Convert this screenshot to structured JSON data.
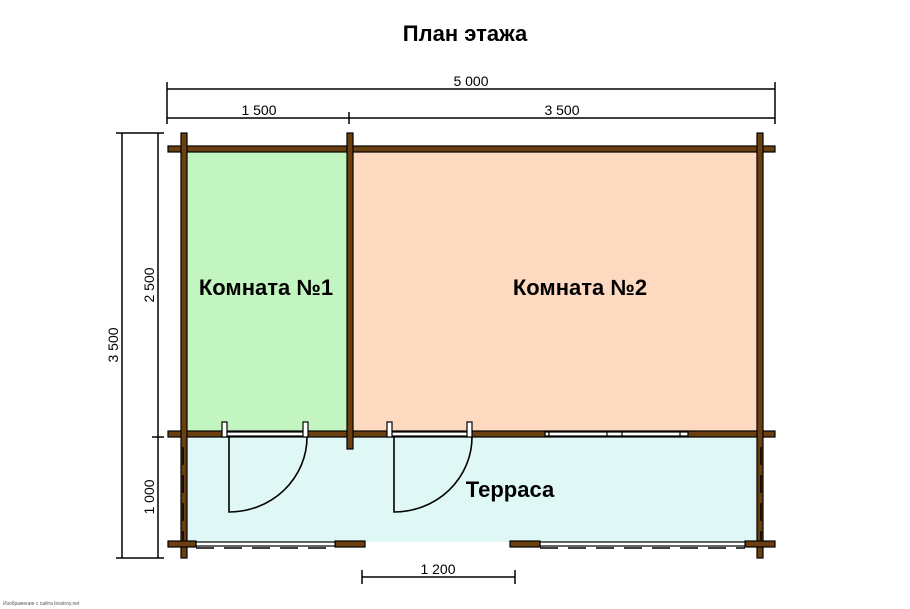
{
  "title": "План этажа",
  "dimensions": {
    "total_width": "5 000",
    "room1_width": "1 500",
    "room2_width": "3 500",
    "total_depth": "3 500",
    "rooms_depth": "2 500",
    "terrace_depth": "1 000",
    "opening_width": "1 200"
  },
  "rooms": [
    {
      "label": "Комната №1",
      "color": "#c3f5c0"
    },
    {
      "label": "Комната №2",
      "color": "#fdd9c0"
    },
    {
      "label": "Терраса",
      "color": "#dff8f5"
    }
  ],
  "wall_color": "#6b3f10",
  "credit": "Изображение с сайта lesstroy.net"
}
